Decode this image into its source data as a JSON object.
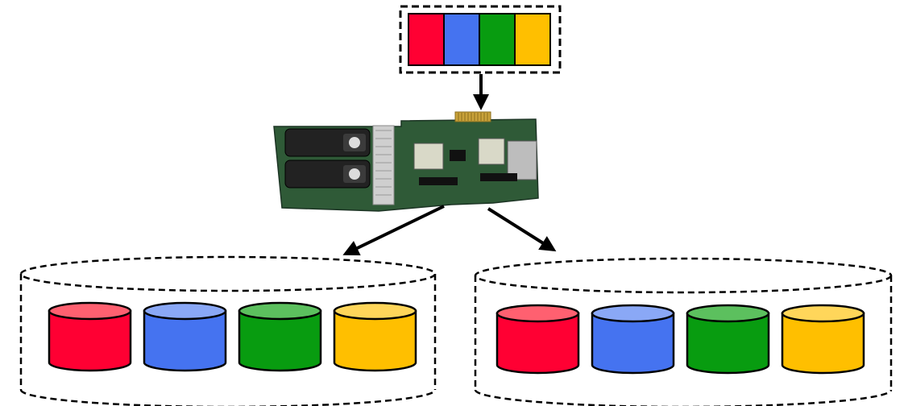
{
  "colors": {
    "red": "#ff0033",
    "blue": "#4573f0",
    "green": "#089c10",
    "yellow": "#ffbf00",
    "red_top": "#ff6070",
    "blue_top": "#8aa8f6",
    "green_top": "#5cc05e",
    "yellow_top": "#ffd65a",
    "stroke": "#000000",
    "pcb_green": "#2f5a37",
    "pcb_dark": "#1c3424",
    "battery": "#222222",
    "heatsink": "#cfcfcf",
    "gold": "#c9a23a"
  },
  "diagram": {
    "data_block_segments": [
      "red",
      "blue",
      "green",
      "yellow"
    ],
    "controller_icon": "raid-controller-card-icon",
    "arrays": [
      {
        "disks": [
          "red",
          "blue",
          "green",
          "yellow"
        ]
      },
      {
        "disks": [
          "red",
          "blue",
          "green",
          "yellow"
        ]
      }
    ]
  }
}
